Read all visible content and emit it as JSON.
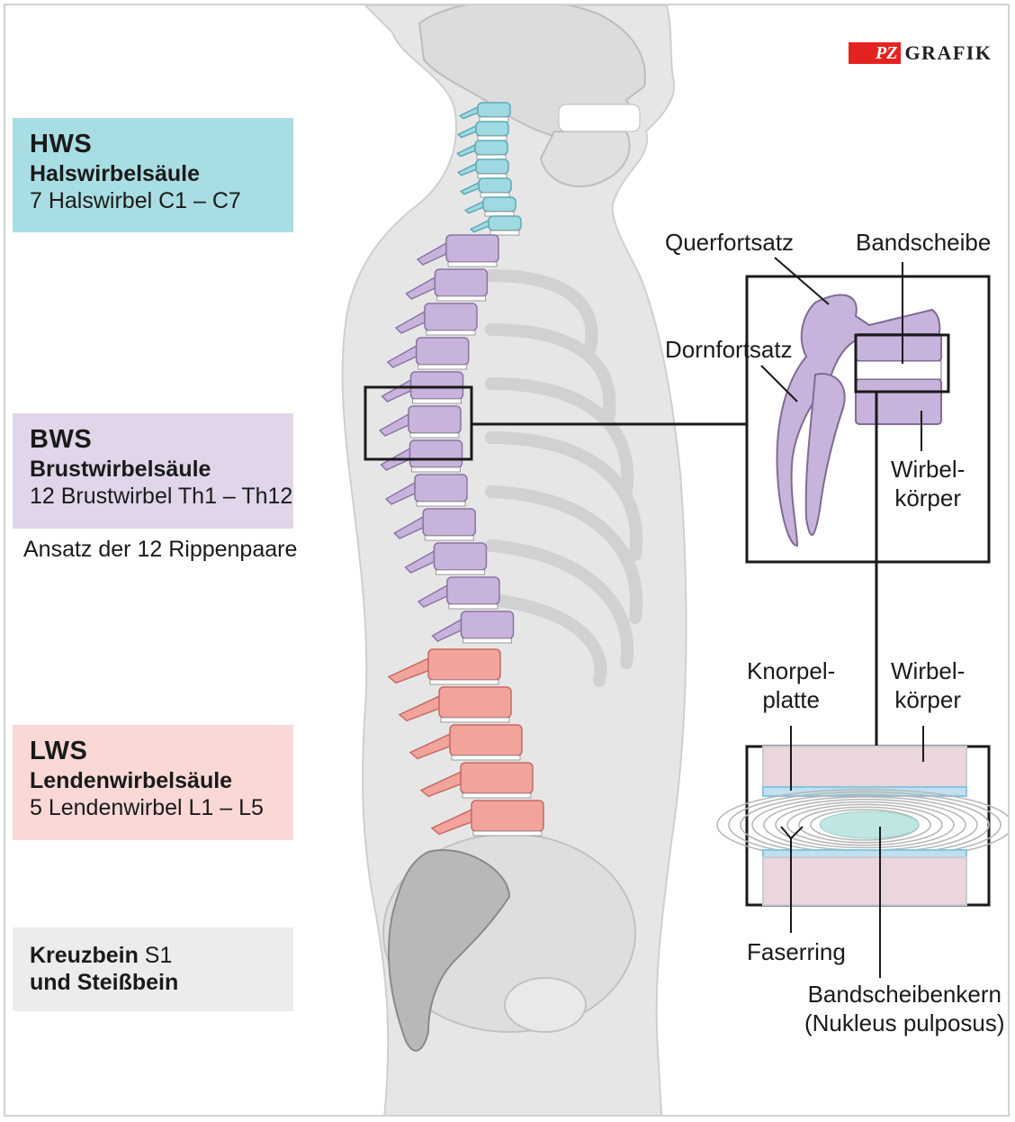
{
  "logo": {
    "mark": "PZ",
    "text": "GRAFIK"
  },
  "regions": {
    "hws": {
      "abbr": "HWS",
      "name": "Halswirbelsäule",
      "detail": "7 Halswirbel C1 – C7",
      "color": "#a9dde4"
    },
    "bws": {
      "abbr": "BWS",
      "name": "Brustwirbelsäule",
      "detail": "12 Brustwirbel Th1 – Th12",
      "color": "#e1d5ea",
      "note": "Ansatz der 12 Rippenpaare"
    },
    "lws": {
      "abbr": "LWS",
      "name": "Lendenwirbelsäule",
      "detail": "5 Lendenwirbel L1 – L5",
      "color": "#f9d8d6"
    },
    "kreuz": {
      "line1_bold": "Kreuzbein",
      "line1_rest": " S1",
      "line2": "und Steißbein",
      "color": "#ececec"
    }
  },
  "detail_top": {
    "querfortsatz": "Querfortsatz",
    "bandscheibe": "Bandscheibe",
    "dornfortsatz": "Dornfortsatz",
    "wirbelkoerper_1": "Wirbel-",
    "wirbelkoerper_2": "körper"
  },
  "detail_bottom": {
    "knorpelplatte_1": "Knorpel-",
    "knorpelplatte_2": "platte",
    "wirbelkoerper_1": "Wirbel-",
    "wirbelkoerper_2": "körper",
    "faserring": "Faserring",
    "kern_1": "Bandscheibenkern",
    "kern_2": "(Nukleus pulposus)"
  },
  "colors": {
    "cervical": "#9fd9e1",
    "thoracic": "#c8b3dc",
    "lumbar": "#f2a39c",
    "sacrum": "#bdbdbd",
    "body": "#e3e3e3",
    "nucleus": "#bfe6e3"
  }
}
